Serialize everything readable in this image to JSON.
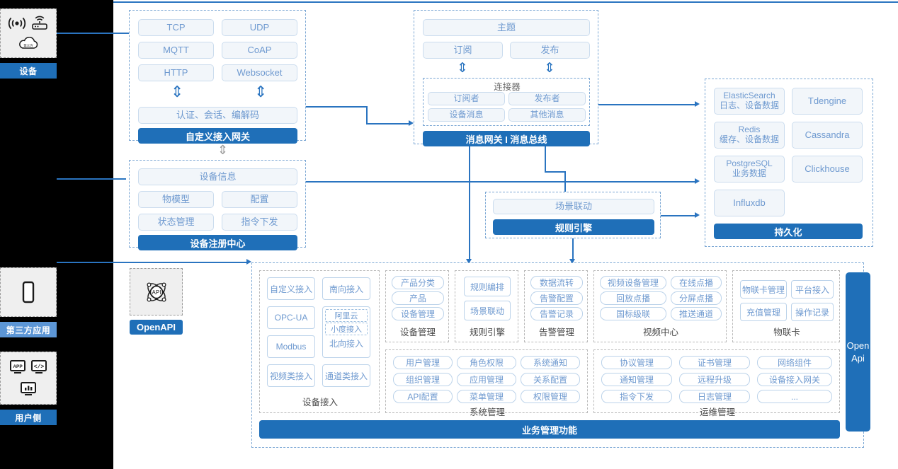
{
  "rail": {
    "groups": [
      {
        "label": "设备",
        "label_style": "dark",
        "icons": [
          "signal-icon",
          "router-icon",
          "cloud-icon"
        ]
      },
      {
        "label": "第三方应用",
        "label_style": "light",
        "icons": [
          "mobile-phone-icon"
        ]
      },
      {
        "label": "用户侧",
        "label_style": "dark",
        "icons": [
          "app-monitor-icon",
          "code-monitor-icon",
          "chart-monitor-icon"
        ]
      }
    ]
  },
  "gateway": {
    "protocols": [
      "TCP",
      "UDP",
      "MQTT",
      "CoAP",
      "HTTP",
      "Websocket"
    ],
    "middle": "认证、会话、编解码",
    "title": "自定义接入网关"
  },
  "message": {
    "topic": "主题",
    "subscribe": "订阅",
    "publish": "发布",
    "connector": {
      "title": "连接器",
      "items": [
        "订阅者",
        "发布者",
        "设备消息",
        "其他消息"
      ]
    },
    "title": "消息网关 I 消息总线"
  },
  "persistence": {
    "items": [
      {
        "name": "ElasticSearch",
        "sub": "日志、设备数据"
      },
      {
        "name": "Tdengine",
        "sub": ""
      },
      {
        "name": "Redis",
        "sub": "缓存、设备数据"
      },
      {
        "name": "Cassandra",
        "sub": ""
      },
      {
        "name": "PostgreSQL",
        "sub": "业务数据"
      },
      {
        "name": "Clickhouse",
        "sub": ""
      },
      {
        "name": "Influxdb",
        "sub": ""
      }
    ],
    "title": "持久化"
  },
  "registry": {
    "info": "设备信息",
    "items": [
      "物模型",
      "配置",
      "状态管理",
      "指令下发"
    ],
    "title": "设备注册中心"
  },
  "rules": {
    "scene": "场景联动",
    "title": "规则引擎"
  },
  "openapi": {
    "icon": "api-atom-icon",
    "label": "OpenAPI",
    "side_label": "Open\nApi",
    "side_line1": "Open",
    "side_line2": "Api"
  },
  "business": {
    "access": {
      "caption": "设备接入",
      "left": [
        "自定义接入",
        "OPC-UA",
        "Modbus",
        "视频类接入"
      ],
      "southbound": "南向接入",
      "northbound": "北向接入",
      "nested": [
        "阿里云",
        "小度接入"
      ],
      "channel": "通道类接入"
    },
    "columns": [
      {
        "caption": "设备管理",
        "items": [
          "产品分类",
          "产品",
          "设备管理"
        ]
      },
      {
        "caption": "规则引擎",
        "items": [
          "规则编排",
          "场景联动"
        ]
      },
      {
        "caption": "告警管理",
        "items": [
          "数据流转",
          "告警配置",
          "告警记录"
        ]
      },
      {
        "caption": "视频中心",
        "items": [
          "视频设备管理",
          "在线点播",
          "回放点播",
          "分屏点播",
          "国标级联",
          "推送通道"
        ]
      },
      {
        "caption": "物联卡",
        "items": [
          "物联卡管理",
          "平台接入",
          "充值管理",
          "操作记录"
        ]
      }
    ],
    "columns2": [
      {
        "caption": "系统管理",
        "items": [
          "用户管理",
          "角色权限",
          "系统通知",
          "组织管理",
          "应用管理",
          "关系配置",
          "API配置",
          "菜单管理",
          "权限管理"
        ]
      },
      {
        "caption": "运维管理",
        "items": [
          "协议管理",
          "证书管理",
          "网络组件",
          "通知管理",
          "远程升级",
          "设备接入网关",
          "指令下发",
          "日志管理",
          "..."
        ]
      }
    ],
    "footer": "业务管理功能"
  },
  "colors": {
    "brand_blue": "#1f6fb8",
    "light_blue": "#5c96d6",
    "pill_text": "#6f9ad0",
    "pill_bg": "#f2f6fa",
    "line": "#2a74c0"
  }
}
